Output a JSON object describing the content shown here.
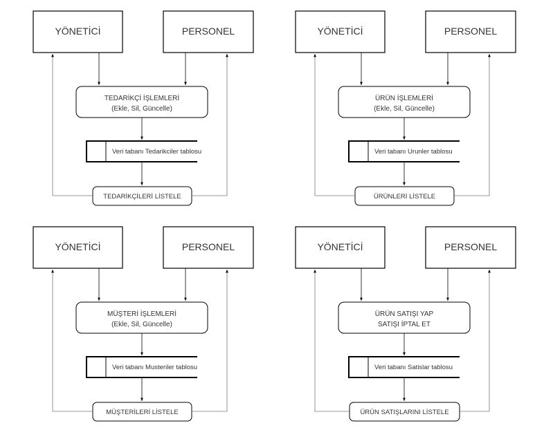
{
  "diagrams": [
    {
      "actor_left": "YÖNETİCİ",
      "actor_right": "PERSONEL",
      "process_line1": "TEDARİKÇİ İŞLEMLERİ",
      "process_line2": "(Ekle, Sil, Güncelle)",
      "datastore": "Veri tabanı Tedarikciler tablosu",
      "list_label": "TEDARİKÇİLERİ LİSTELE"
    },
    {
      "actor_left": "YÖNETİCİ",
      "actor_right": "PERSONEL",
      "process_line1": "ÜRÜN İŞLEMLERİ",
      "process_line2": "(Ekle, Sil, Güncelle)",
      "datastore": "Veri tabanı Urunler tablosu",
      "list_label": "ÜRÜNLERİ LİSTELE"
    },
    {
      "actor_left": "YÖNETİCİ",
      "actor_right": "PERSONEL",
      "process_line1": "MÜŞTERİ İŞLEMLERİ",
      "process_line2": "(Ekle, Sil, Güncelle)",
      "datastore": "Veri tabanı Musteriler tablosu",
      "list_label": "MÜŞTERİLERİ LİSTELE"
    },
    {
      "actor_left": "YÖNETİCİ",
      "actor_right": "PERSONEL",
      "process_line1": "ÜRÜN SATIŞI YAP",
      "process_line2": "SATIŞI İPTAL ET",
      "datastore": "Veri tabanı Satislar tablosu",
      "list_label": "ÜRÜN SATIŞLARINI LİSTELE"
    }
  ],
  "colors": {
    "stroke": "#000000",
    "text": "#333333",
    "flow": "#666666"
  }
}
